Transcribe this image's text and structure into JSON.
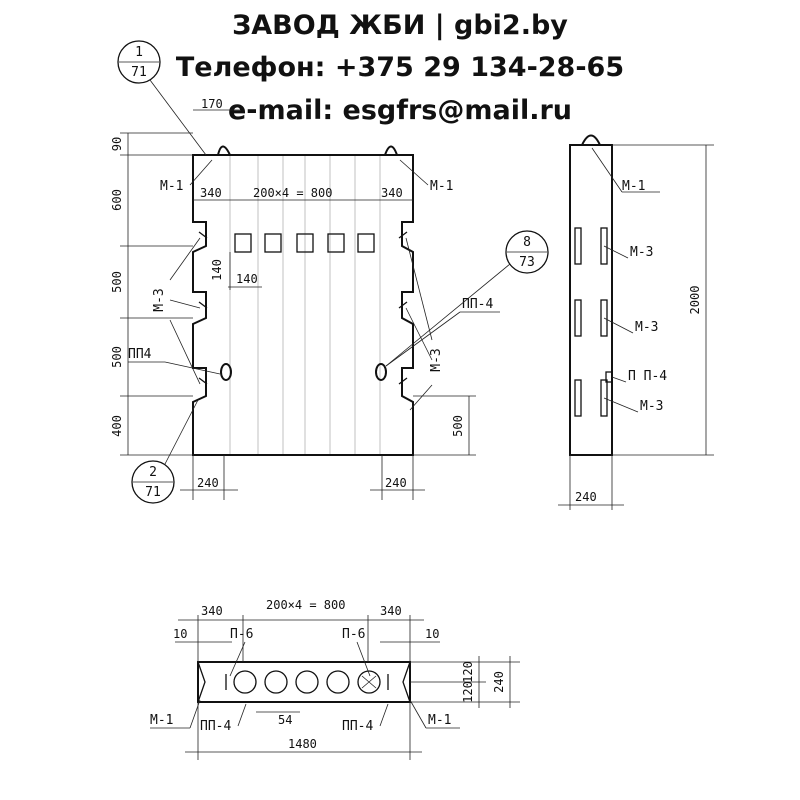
{
  "header": {
    "company": "ЗАВОД ЖБИ | gbi2.by",
    "phone": "Телефон: +375 29 134-28-65",
    "email": "e-mail: esgfrs@mail.ru"
  },
  "front_view": {
    "dims_left": [
      "90",
      "600",
      "500",
      "500",
      "400"
    ],
    "dim_top": "170",
    "dim_slots_left": "340",
    "dim_slots_mid": "200×4 = 800",
    "dim_slots_right": "340",
    "dim_140_v": "140",
    "dim_140_h": "140",
    "dim_500_right": "500",
    "dim_bottom_left": "240",
    "dim_bottom_right": "240",
    "labels": {
      "m1_left": "М-1",
      "m1_right": "М-1",
      "m3_left": "М-3",
      "m3_right": "М-3",
      "pp4_left": "ПП4",
      "pp4_right": "ПП-4"
    },
    "callouts": [
      {
        "top": "1",
        "bottom": "71"
      },
      {
        "top": "2",
        "bottom": "71"
      },
      {
        "top": "8",
        "bottom": "73"
      }
    ]
  },
  "side_view": {
    "dim_height": "2000",
    "dim_bottom": "240",
    "labels": [
      "М-1",
      "М-3",
      "М-3",
      "П П-4",
      "М-3"
    ]
  },
  "plan_view": {
    "dim_left": "340",
    "dim_mid": "200×4 = 800",
    "dim_right": "340",
    "dim_10_left": "10",
    "dim_10_right": "10",
    "dim_120_top": "120",
    "dim_120_bottom": "120",
    "dim_240": "240",
    "dim_54": "54",
    "dim_total": "1480",
    "labels": {
      "p6_left": "П-6",
      "p6_right": "П-6",
      "m1_left": "М-1",
      "m1_right": "М-1",
      "pp4_left": "ПП-4",
      "pp4_right": "ПП-4"
    }
  }
}
